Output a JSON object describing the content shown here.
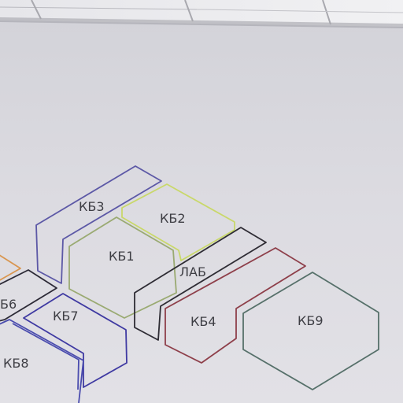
{
  "floor_plan": {
    "zones": [
      {
        "id": "kb3",
        "label": "КБ3",
        "color": "#5c58a6"
      },
      {
        "id": "kb2",
        "label": "КБ2",
        "color": "#c9d86a"
      },
      {
        "id": "kb1",
        "label": "КБ1",
        "color": "#9aaa72"
      },
      {
        "id": "lab",
        "label": "ЛАБ",
        "color": "#2e2c34"
      },
      {
        "id": "kb4",
        "label": "КБ4",
        "color": "#8e3f4a"
      },
      {
        "id": "kb9",
        "label": "КБ9",
        "color": "#56706a"
      },
      {
        "id": "kb6",
        "label": "Б6",
        "color": "#2c2a36"
      },
      {
        "id": "kb7",
        "label": "КБ7",
        "color": "#3f3aa2"
      },
      {
        "id": "kb8",
        "label": "КБ8",
        "color": "#4a4cae"
      },
      {
        "id": "partial-orange",
        "label": "",
        "color": "#d99650"
      }
    ]
  }
}
